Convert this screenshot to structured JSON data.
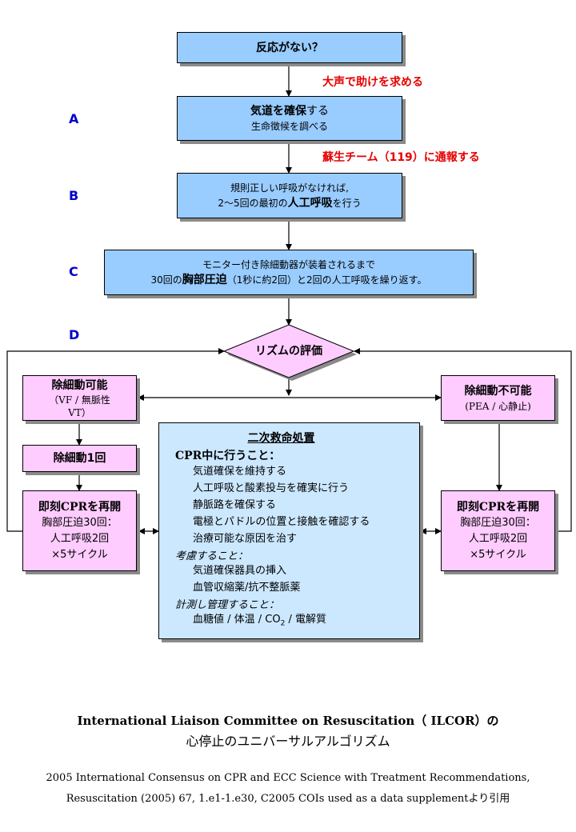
{
  "steps": {
    "a": "A",
    "b": "B",
    "c": "C",
    "d": "D"
  },
  "nodes": {
    "no_response": "反応がない？",
    "shout_help": "大声で助けを求める",
    "airway": {
      "bold": "気道を確保",
      "rest": "する",
      "line2": "生命徴候を調べる"
    },
    "call_team": "蘇生チーム（119）に通報する",
    "breathing": {
      "line1": "規則正しい呼吸がなければ,",
      "pre": "2〜5回の最初の",
      "bold": "人工呼吸",
      "post": "を行う"
    },
    "compression": {
      "line1": "モニター付き除細動器が装着されるまで",
      "pre": "30回の",
      "bold": "胸部圧迫",
      "post": "（1秒に約2回）と2回の人工呼吸を繰り返す。"
    },
    "rhythm": "リズムの評価",
    "shockable": {
      "title": "除細動可能",
      "line2": "（VF / 無脈性",
      "line3": "VT）"
    },
    "shock_once": "除細動1回",
    "cpr_left": {
      "title": "即刻CPRを再開",
      "line1": "胸部圧迫30回：",
      "line2": "人工呼吸2回",
      "line3": "×5サイクル"
    },
    "non_shockable": {
      "title": "除細動不可能",
      "line2": "(PEA / 心静止)"
    },
    "cpr_right": {
      "title": "即刻CPRを再開",
      "line1": "胸部圧迫30回：",
      "line2": "人工呼吸2回",
      "line3": "×5サイクル"
    },
    "acls": {
      "title": "二次救命処置",
      "during_cpr": "CPR中に行うこと：",
      "during_items": [
        "気道確保を維持する",
        "人工呼吸と酸素投与を確実に行う",
        "静脈路を確保する",
        "電極とパドルの位置と接触を確認する",
        "治療可能な原因を治す"
      ],
      "consider": "考慮すること：",
      "consider_items": [
        "気道確保器具の挿入",
        "血管収縮薬/抗不整脈薬"
      ],
      "monitor": "計測し管理すること：",
      "monitor_item": {
        "pre": "血糖値 / 体温 / CO",
        "sub": "2",
        "post": " / 電解質"
      }
    }
  },
  "caption": {
    "line1": "International Liaison Committee on Resuscitation（ ILCOR）の",
    "line2": "心停止のユニバーサルアルゴリズム"
  },
  "citation": {
    "line1": "2005 International Consensus on CPR and ECC Science with Treatment Recommendations,",
    "line2": "Resuscitation (2005) 67, 1.e1-1.e30, C2005 COIs used as a data supplementより引用"
  },
  "colors": {
    "box_blue": "#99ccff",
    "box_pink": "#ffccff",
    "box_light_blue": "#cce8ff",
    "annotation_red": "#e60000",
    "step_label_blue": "#0000cc"
  }
}
